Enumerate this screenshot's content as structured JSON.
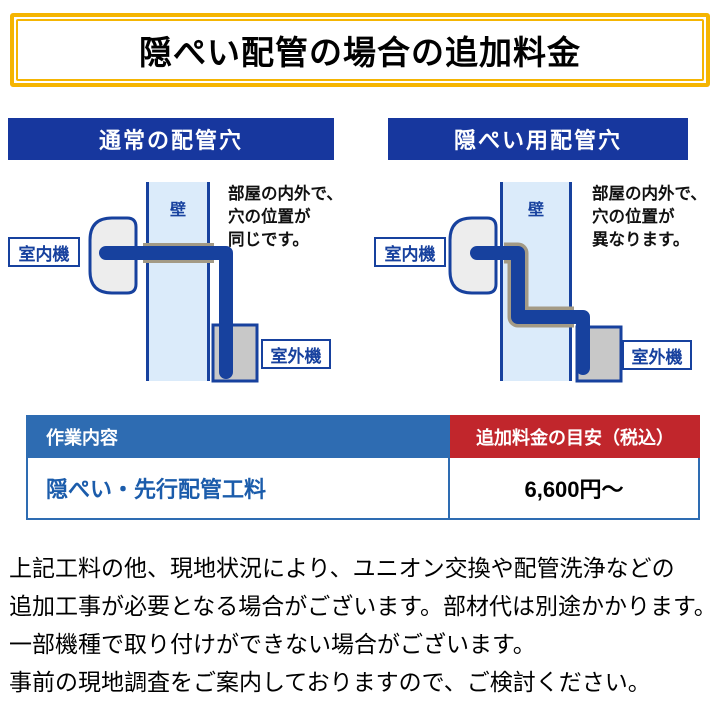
{
  "title": "隠ぺい配管の場合の追加料金",
  "diagrams": [
    {
      "header": "通常の配管穴",
      "wall_label": "壁",
      "indoor_unit_label": "室内機",
      "outdoor_unit_label": "室外機",
      "note_lines": [
        "部屋の内外で、",
        "穴の位置が",
        "同じです。"
      ]
    },
    {
      "header": "隠ぺい用配管穴",
      "wall_label": "壁",
      "indoor_unit_label": "室内機",
      "outdoor_unit_label": "室外機",
      "note_lines": [
        "部屋の内外で、",
        "穴の位置が",
        "異なります。"
      ]
    }
  ],
  "table": {
    "headers": [
      "作業内容",
      "追加料金の目安（税込）"
    ],
    "rows": [
      [
        "隠ぺい・先行配管工料",
        "6,600円～"
      ]
    ]
  },
  "footer_lines": [
    "上記工料の他、現地状況により、ユニオン交換や配管洗浄などの",
    "追加工事が必要となる場合がございます。部材代は別途かかります。",
    "一部機種で取り付けができない場合がございます。",
    "事前の現地調査をご案内しておりますので、ご検討ください。"
  ],
  "colors": {
    "accent_yellow": "#F5B502",
    "diagram_header_navy": "#17379E",
    "pipe_blue": "#17419E",
    "wall_fill": "#DBEBFA",
    "indoor_unit_gray": "#EDEDED",
    "outdoor_unit_gray": "#C8C8C8",
    "sleeve_tan": "#A39A85",
    "table_header_blue": "#2E6CB2",
    "table_header_red": "#C1262C",
    "row_label_blue": "#1B5CAB"
  }
}
